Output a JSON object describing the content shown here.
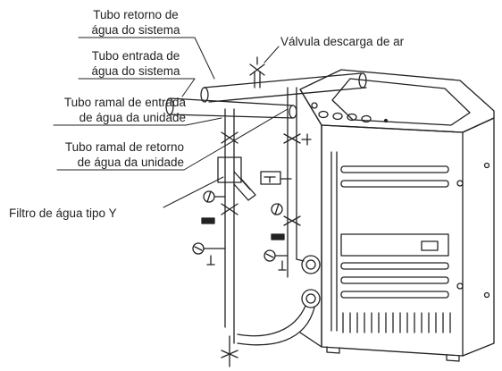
{
  "labels": {
    "return_system_1": "Tubo retorno de",
    "return_system_2": "água do sistema",
    "inlet_system_1": "Tubo entrada de",
    "inlet_system_2": "água do sistema",
    "inlet_branch_1": "Tubo ramal de entrada",
    "inlet_branch_2": "de água da unidade",
    "return_branch_1": "Tubo ramal de retorno",
    "return_branch_2": "de água da unidade",
    "y_filter": "Filtro de água tipo Y",
    "air_valve": "Válvula descarga de ar"
  },
  "colors": {
    "line": "#222222",
    "background": "#ffffff"
  }
}
